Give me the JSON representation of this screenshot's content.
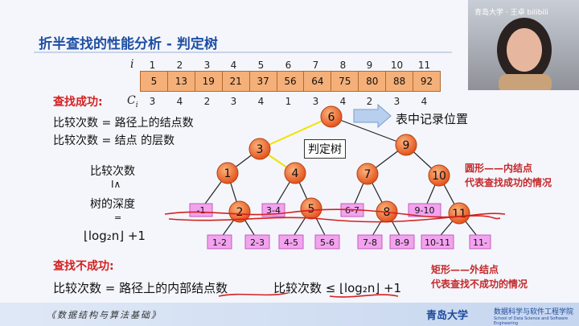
{
  "slide": {
    "title": "折半查找的性能分析 - 判定树",
    "row_i_label": "i",
    "row_c_label": "C",
    "row_c_sub": "i",
    "indices": [
      "1",
      "2",
      "3",
      "4",
      "5",
      "6",
      "7",
      "8",
      "9",
      "10",
      "11"
    ],
    "keys": [
      "5",
      "13",
      "19",
      "21",
      "37",
      "56",
      "64",
      "75",
      "80",
      "88",
      "92"
    ],
    "compares": [
      "3",
      "4",
      "2",
      "3",
      "4",
      "1",
      "3",
      "4",
      "2",
      "3",
      "4"
    ],
    "success_heading": "查找成功:",
    "line1": "比较次数 = 路径上的结点数",
    "line2": "比较次数 = 结点 的层数",
    "left_stack": [
      "比较次数",
      "I∧",
      "树的深度",
      "="
    ],
    "log_expr": "⌊log₂n⌋ +1",
    "table_pos_label": "表中记录位置",
    "tree_label": "判定树",
    "internal_nodes": [
      "6",
      "3",
      "9",
      "1",
      "4",
      "7",
      "10",
      "2",
      "5",
      "8",
      "11"
    ],
    "external_nodes": [
      "-1",
      "3-4",
      "6-7",
      "9-10",
      "1-2",
      "2-3",
      "4-5",
      "5-6",
      "7-8",
      "8-9",
      "10-11",
      "11-"
    ],
    "legend_internal": [
      "圆形——内结点",
      "代表查找成功的情况"
    ],
    "legend_external": [
      "矩形——外结点",
      "代表查找不成功的情况"
    ],
    "fail_heading": "查找不成功:",
    "fail_line_a": "比较次数 = 路径上的内部结点数",
    "fail_line_b": "比较次数 ≤ ⌊log₂n⌋ +1",
    "footer_left": "《数据结构与算法基础》",
    "footer_university": "青岛大学",
    "footer_college": "数据科学与软件工程学院",
    "footer_college_en": "School of Data Science and Software Engineering",
    "cam_overlay": "青岛大学 · 王卓 bilibili"
  },
  "colors": {
    "node_fill": "#f06a2b",
    "ext_fill": "#f2a3ee",
    "title": "#1f4fa3",
    "accent": "#d42020"
  }
}
